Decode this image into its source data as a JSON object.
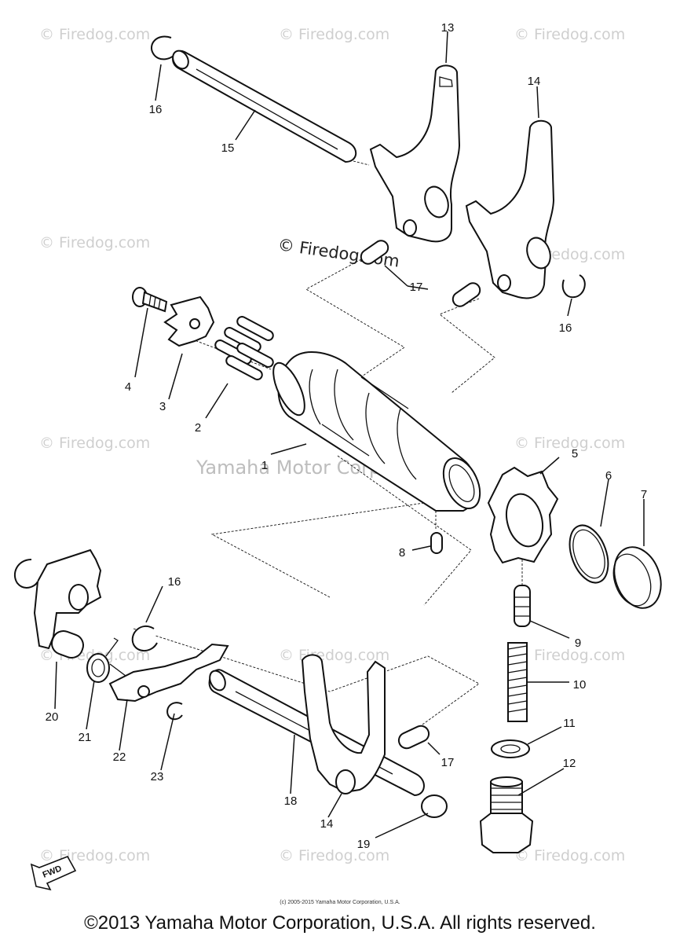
{
  "watermarks": {
    "site": "© Firedog.com",
    "maker": "Yamaha Motor Corp. U.S.A."
  },
  "part_labels": [
    "1",
    "2",
    "3",
    "4",
    "5",
    "6",
    "7",
    "8",
    "9",
    "10",
    "11",
    "12",
    "13",
    "14",
    "14",
    "15",
    "16",
    "16",
    "16",
    "17",
    "17",
    "18",
    "19",
    "20",
    "21",
    "22",
    "23"
  ],
  "fwd_label": "FWD",
  "small_copyright": "(c) 2005-2015 Yamaha Motor Corporation, U.S.A.",
  "copyright": "©2013 Yamaha Motor Corporation, U.S.A. All rights reserved."
}
